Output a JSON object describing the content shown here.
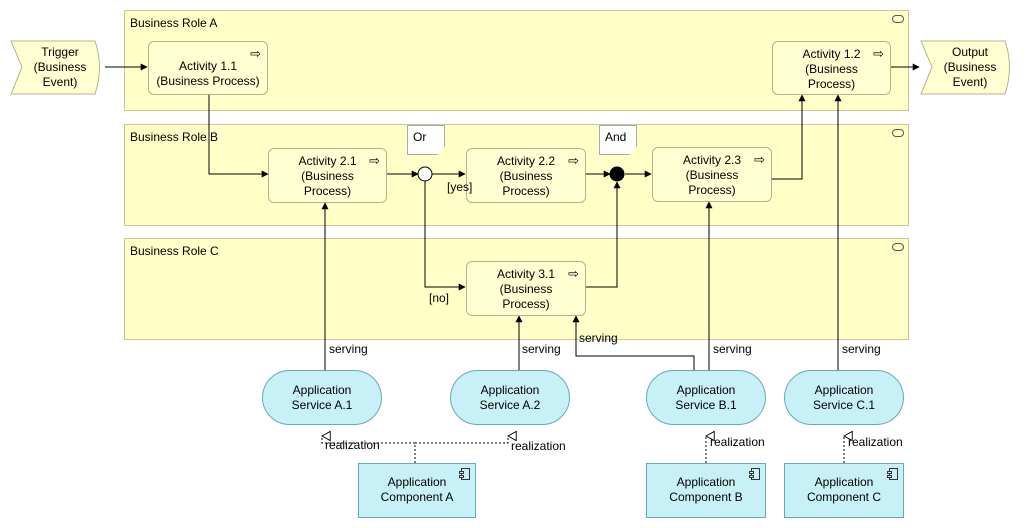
{
  "lanes": [
    {
      "title": "Business Role A"
    },
    {
      "title": "Business Role B"
    },
    {
      "title": "Business Role C"
    }
  ],
  "events": {
    "trigger": "Trigger\n(Business\nEvent)",
    "output": "Output\n(Business\nEvent)"
  },
  "processes": {
    "a11": "Activity 1.1\n(Business Process)",
    "a12": "Activity 1.2\n(Business\nProcess)",
    "a21": "Activity 2.1\n(Business\nProcess)",
    "a22": "Activity 2.2\n(Business\nProcess)",
    "a23": "Activity 2.3\n(Business\nProcess)",
    "a31": "Activity 3.1\n(Business\nProcess)"
  },
  "notes": {
    "or": "Or",
    "and": "And"
  },
  "services": {
    "a1": "Application\nService A.1",
    "a2": "Application\nService A.2",
    "b1": "Application\nService B.1",
    "c1": "Application\nService C.1"
  },
  "components": {
    "a": "Application\nComponent A",
    "b": "Application\nComponent B",
    "c": "Application\nComponent C"
  },
  "labels": {
    "yes": "[yes]",
    "no": "[no]",
    "serving": "serving",
    "realization": "realization"
  },
  "icons": {
    "process": "process-arrow-icon",
    "role": "role-cylinder-icon",
    "component": "component-icon"
  }
}
